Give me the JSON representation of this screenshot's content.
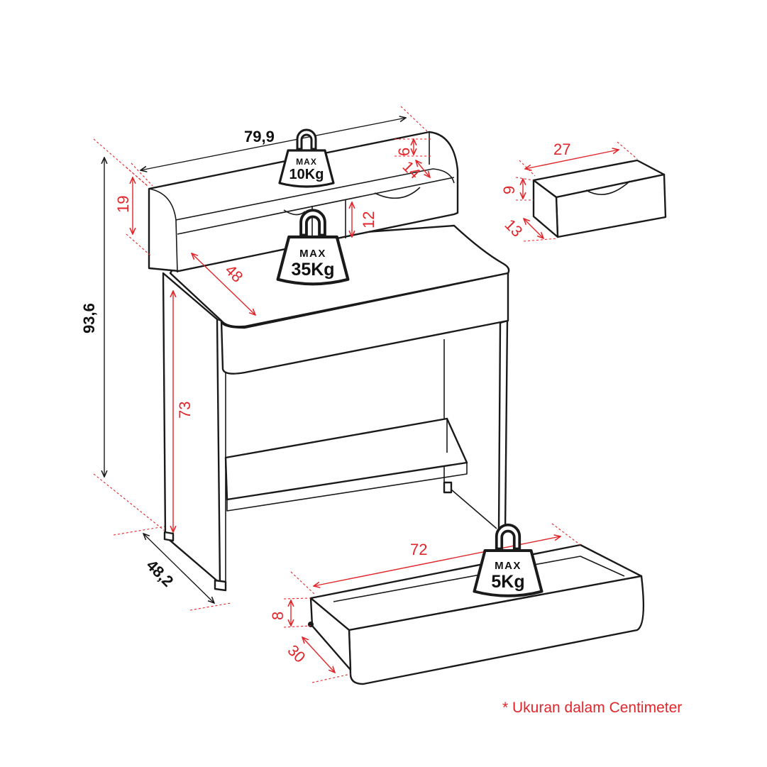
{
  "dimensions": {
    "total_width": "79,9",
    "total_height": "93,6",
    "total_depth": "48,2",
    "hutch_height": "19",
    "hutch_shelf_top_gap": "6",
    "hutch_shelf_depth": "14",
    "hutch_opening_height": "12",
    "desk_depth": "48",
    "desk_height": "73",
    "small_drawer_width": "27",
    "small_drawer_height": "9",
    "small_drawer_depth": "13",
    "big_drawer_width": "72",
    "big_drawer_height": "8",
    "big_drawer_depth": "30"
  },
  "weights": {
    "top": {
      "max_label": "MAX",
      "value": "10Kg"
    },
    "desk": {
      "max_label": "MAX",
      "value": "35Kg"
    },
    "drawer": {
      "max_label": "MAX",
      "value": "5Kg"
    }
  },
  "note": "* Ukuran dalam Centimeter"
}
